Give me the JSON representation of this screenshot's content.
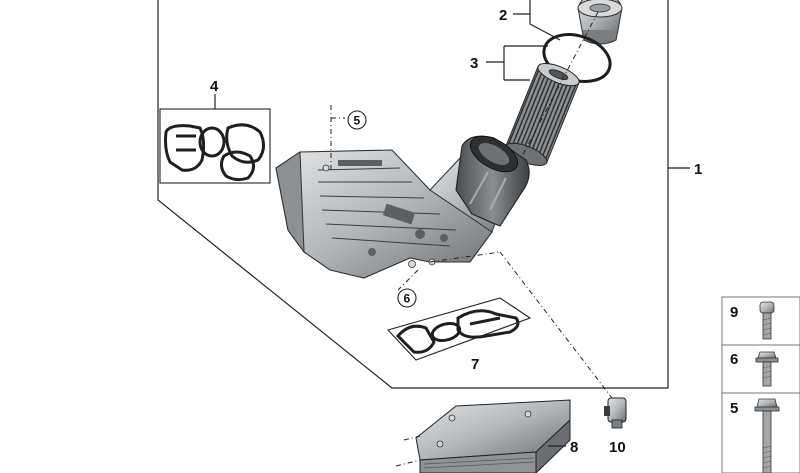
{
  "callouts": {
    "c1": "1",
    "c2": "2",
    "c3": "3",
    "c4": "4",
    "c5": "5",
    "c6": "6",
    "c7": "7",
    "c8": "8",
    "c10": "10"
  },
  "legend": {
    "items": [
      {
        "number": "9"
      },
      {
        "number": "6"
      },
      {
        "number": "5"
      }
    ]
  },
  "colors": {
    "line": "#222222",
    "part_fill": "#b9bcbf",
    "part_dark": "#6d7174",
    "gasket": "#2b2b2b"
  }
}
